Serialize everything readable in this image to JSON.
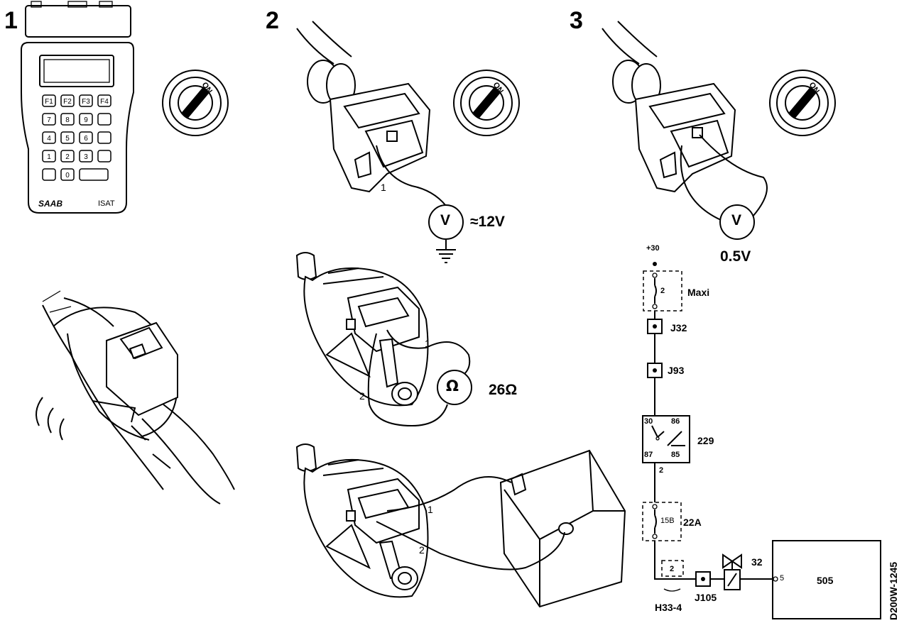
{
  "steps": {
    "one": "1",
    "two": "2",
    "three": "3"
  },
  "tester": {
    "brand": "SAAB",
    "model": "ISAT",
    "keys": [
      "F1",
      "F2",
      "F3",
      "F4",
      "7",
      "8",
      "9",
      "",
      "4",
      "5",
      "6",
      "",
      "1",
      "2",
      "3",
      "",
      "",
      "0",
      "",
      ""
    ]
  },
  "ignition": {
    "state_label": "ON"
  },
  "step2": {
    "wire_label": "1",
    "meter_symbol": "V",
    "reading": "≈12V"
  },
  "step3": {
    "meter_symbol": "V",
    "reading": "0.5V"
  },
  "valve_resistance": {
    "wire1": "1",
    "wire2": "2",
    "meter_symbol": "Ω",
    "reading": "26Ω"
  },
  "valve_battery": {
    "wire1": "1",
    "wire2": "2"
  },
  "circuit": {
    "supply": "+30",
    "fuse_label": "Maxi",
    "fuse_number": "2",
    "j32": "J32",
    "j93": "J93",
    "relay": {
      "label": "229",
      "pin30": "30",
      "pin86": "86",
      "pin87": "87",
      "pin85": "85",
      "out_pin": "2"
    },
    "fuse22a": {
      "label": "22A",
      "number": "15B"
    },
    "h33": {
      "label": "H33-4",
      "pin": "2"
    },
    "j105": "J105",
    "valve": "32",
    "ecu": {
      "label": "505",
      "pin": "5"
    }
  },
  "figure_code": "D200W-1245"
}
